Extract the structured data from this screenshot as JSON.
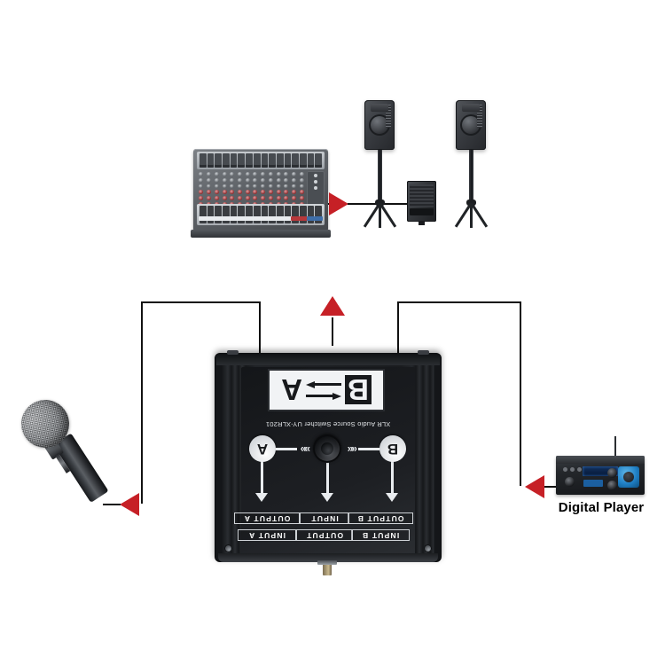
{
  "diagram": {
    "title": "XLR Audio Source Switcher connection diagram",
    "background_color": "#ffffff",
    "wire_color": "#111111",
    "arrow_color": "#c62026"
  },
  "device": {
    "model_text": "XLR Audio Source Switcher UY-XLR201",
    "orientation": "rotated-180",
    "ports": [
      {
        "id": "input-b",
        "label": "INPUT B"
      },
      {
        "id": "output-b",
        "label": "OUTPUT B"
      },
      {
        "id": "output",
        "label": "OUTPUT"
      },
      {
        "id": "input",
        "label": "INPUT"
      },
      {
        "id": "input-a",
        "label": "INPUT A"
      },
      {
        "id": "output-a",
        "label": "OUTPUT A"
      }
    ],
    "selector_b": "B",
    "selector_a": "A",
    "chevrons_left": "««",
    "chevrons_right": "»»",
    "badge": {
      "left_letter": "B",
      "right_letter": "A"
    }
  },
  "peripherals": {
    "mixer": {
      "name": "Audio mixing console"
    },
    "speaker_left": {
      "name": "PA speaker on tripod stand"
    },
    "speaker_right": {
      "name": "PA speaker on tripod stand"
    },
    "subwoofer": {
      "name": "Subwoofer"
    },
    "microphone": {
      "name": "Dynamic microphone"
    },
    "digital_player": {
      "name": "Digital Player",
      "label": "Digital Player"
    }
  },
  "connections": [
    {
      "id": "mixer-to-speakers",
      "arrow": "right"
    },
    {
      "id": "switcher-to-mixer",
      "arrow": "up"
    },
    {
      "id": "switcher-to-microphone",
      "arrow": "left"
    },
    {
      "id": "switcher-to-digital-player",
      "arrow": "left"
    }
  ]
}
